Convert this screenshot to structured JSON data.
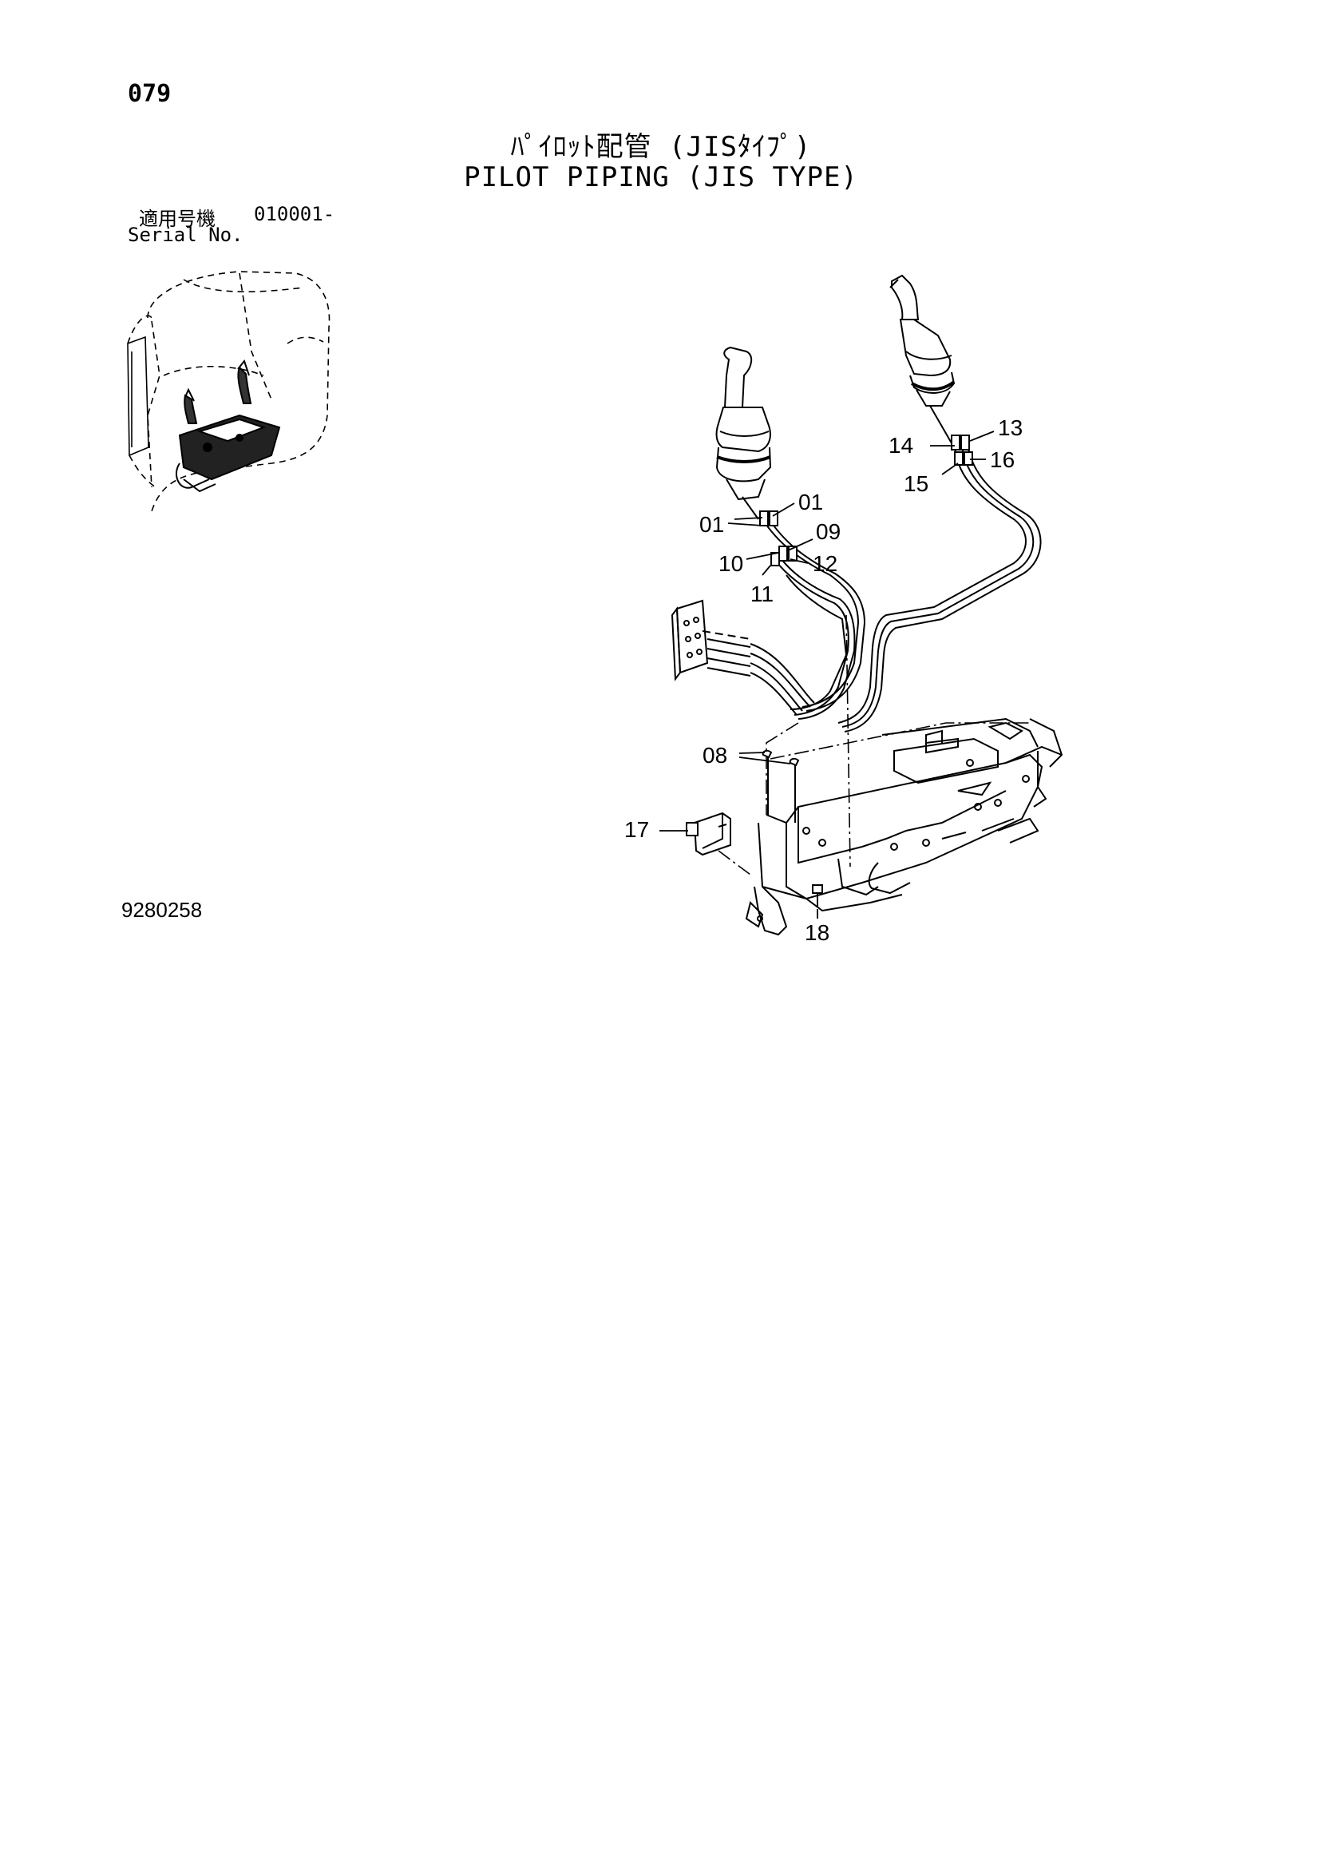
{
  "header": {
    "page_number": "079",
    "title_jp": "ﾊﾟｲﾛｯﾄ配管 (JISﾀｲﾌﾟ)",
    "title_en": "PILOT PIPING (JIS TYPE)"
  },
  "serial": {
    "label_jp": "適用号機",
    "number": "010001-",
    "label_en": "Serial No."
  },
  "drawing_number": "9280258",
  "callouts": {
    "c01a": "01",
    "c01b": "01",
    "c09": "09",
    "c10": "10",
    "c11": "11",
    "c12": "12",
    "c13": "13",
    "c14": "14",
    "c15": "15",
    "c16": "16",
    "c08": "08",
    "c17": "17",
    "c18": "18"
  }
}
